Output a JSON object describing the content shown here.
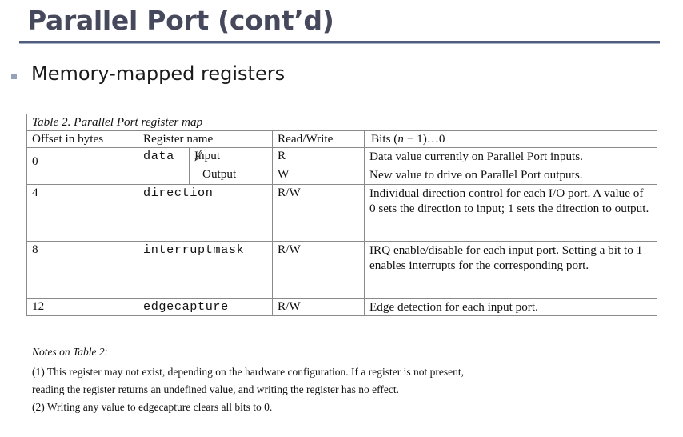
{
  "slide": {
    "title": "Parallel Port (cont’d)",
    "bullet": "Memory-mapped registers"
  },
  "table": {
    "caption": "Table 2. Parallel Port register map",
    "headers": {
      "offset": "Offset in bytes",
      "register_name": "Register name",
      "read_write": "Read/Write",
      "bits_prefix": "Bits ",
      "bits_open": "(",
      "bits_n": "n",
      "bits_minus": " − 1)…0"
    },
    "rows": [
      {
        "offset": "0",
        "register": "data",
        "sub_rows": [
          {
            "io": "Input",
            "access": "R",
            "description": "Data value currently on Parallel Port inputs."
          },
          {
            "io": "Output",
            "access": "W",
            "description": "New value to drive on Parallel Port outputs."
          }
        ]
      },
      {
        "offset": "4",
        "register": "direction",
        "access": "R/W",
        "description": "Individual direction control for each I/O port. A value of 0 sets the direction to input; 1 sets the direction to output."
      },
      {
        "offset": "8",
        "register": "interruptmask",
        "access": "R/W",
        "description": "IRQ enable/disable for each input port. Setting a bit to 1 enables interrupts for the corresponding port."
      },
      {
        "offset": "12",
        "register": "edgecapture",
        "access": "R/W",
        "description": "Edge detection for each input port."
      }
    ]
  },
  "notes": {
    "title": "Notes on Table 2:",
    "lines": [
      "(1) This register may not exist, depending on the hardware configuration. If a register is not present,",
      "reading the register returns an undefined value, and writing the register has no effect.",
      "(2) Writing any value to edgecapture clears all bits to 0."
    ]
  },
  "colors": {
    "title_text": "#46495c",
    "title_rule": "#4f5e7d",
    "bullet_mark": "#96a2b8",
    "table_border": "#8a8a8a",
    "mono_text": "#3a3a3a",
    "background": "#ffffff"
  }
}
